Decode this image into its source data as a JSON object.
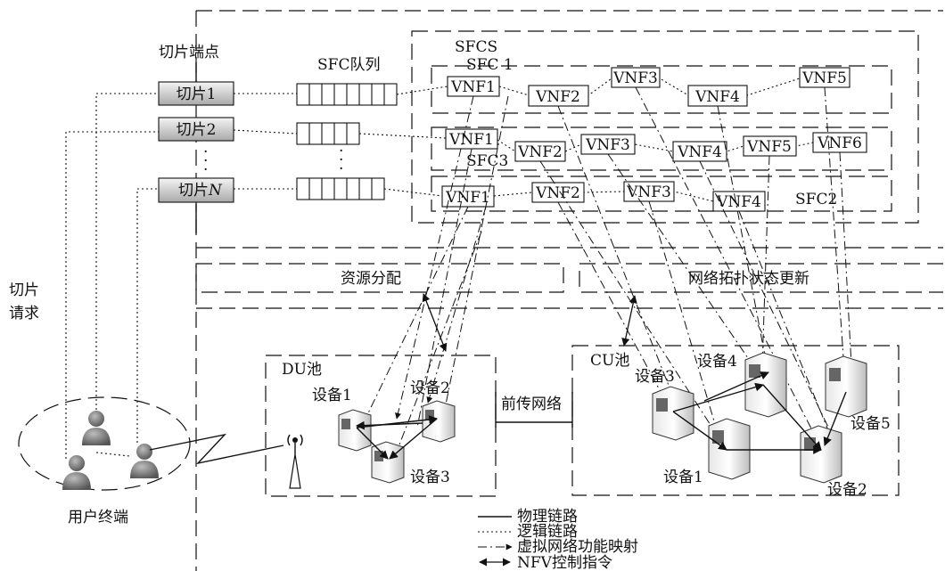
{
  "slices": {
    "endpoint_title": "切片端点",
    "items": [
      "切片1",
      "切片2",
      "切片"
    ],
    "item_n_suffix": "N",
    "dots": "·",
    "request_line1": "切片",
    "request_line2": "请求"
  },
  "queue": {
    "title": "SFC队列",
    "dots": "·"
  },
  "sfcs": {
    "title": "SFCS",
    "sfc1_label": "SFC 1",
    "sfc2_label": "SFC2",
    "sfc3_label": "SFC3",
    "row1": [
      "VNF1",
      "VNF2",
      "VNF3",
      "VNF4",
      "VNF5"
    ],
    "row2": [
      "VNF1",
      "VNF2",
      "VNF3",
      "VNF4",
      "VNF5",
      "VNF6"
    ],
    "row3": [
      "VNF1",
      "VNF2",
      "VNF3",
      "VNF4"
    ]
  },
  "control": {
    "resource_allocation": "资源分配",
    "topology_update": "网络拓扑状态更新"
  },
  "du_pool": {
    "title": "DU池",
    "devices": [
      "设备1",
      "设备2",
      "设备3"
    ]
  },
  "fronthaul": "前传网络",
  "cu_pool": {
    "title": "CU池",
    "devices": [
      "设备3",
      "设备4",
      "设备5",
      "设备1",
      "设备2"
    ]
  },
  "users": {
    "label": "用户终端"
  },
  "legend": {
    "physical": "物理链路",
    "logical": "逻辑链路",
    "mapping": "虚拟网络功能映射",
    "nfv_control": "NFV控制指令"
  }
}
